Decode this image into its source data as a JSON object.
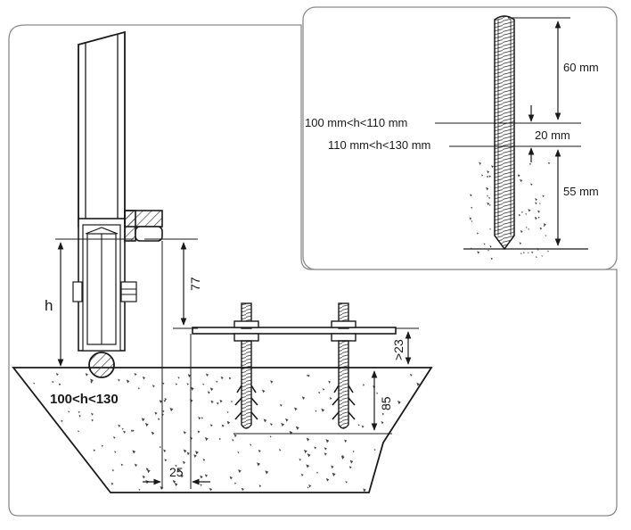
{
  "main_view": {
    "height_symbol": "h",
    "range_label": "100<h<130",
    "top_dimension": "77",
    "bottom_dimension": "25",
    "plate_clearance": ">23",
    "anchor_depth": "85"
  },
  "detail_view": {
    "dim_top": "60 mm",
    "dim_middle": "20 mm",
    "dim_bottom": "55 mm",
    "range_low": "100 mm<h<110 mm",
    "range_high": "110 mm<h<130 mm"
  },
  "colors": {
    "stroke": "#1a1a1a",
    "panel_border": "#8a8a8a",
    "hatch": "#444444"
  }
}
